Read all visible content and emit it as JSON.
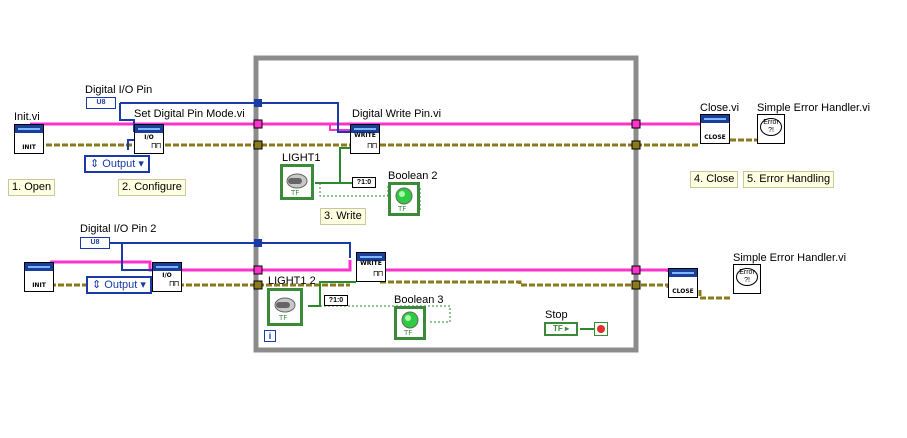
{
  "vis": {
    "init1": "Init.vi",
    "set_pin_mode": "Set Digital Pin Mode.vi",
    "digital_write": "Digital Write Pin.vi",
    "close": "Close.vi",
    "error_handler_1": "Simple Error Handler.vi",
    "error_handler_2": "Simple Error Handler.vi"
  },
  "controls": {
    "pin1_label": "Digital I/O Pin",
    "pin2_label": "Digital I/O Pin 2",
    "pin_type": "U8",
    "output_mode_1": "Output",
    "output_mode_2": "Output",
    "light1_label": "LIGHT1",
    "light12_label": "LIGHT1 2",
    "boolean2_label": "Boolean 2",
    "boolean3_label": "Boolean 3",
    "stop_label": "Stop",
    "tf": "TF",
    "tf_const": "TF",
    "loop_iteration": "i",
    "convert": "?1:0"
  },
  "notes": {
    "open": "1. Open",
    "configure": "2. Configure",
    "write": "3. Write",
    "close": "4. Close",
    "error": "5. Error Handling"
  },
  "icons": {
    "init": "INIT",
    "io": "I/O",
    "write": "WRITE",
    "close": "CLOSE",
    "error_glyph": "Error"
  },
  "colors": {
    "pink_wire": "#ff33cc",
    "error_wire": "#8a7a1a",
    "numeric_wire": "#1a3aa8",
    "boolean_wire": "#2a8a2a",
    "loop_border": "#808080"
  }
}
